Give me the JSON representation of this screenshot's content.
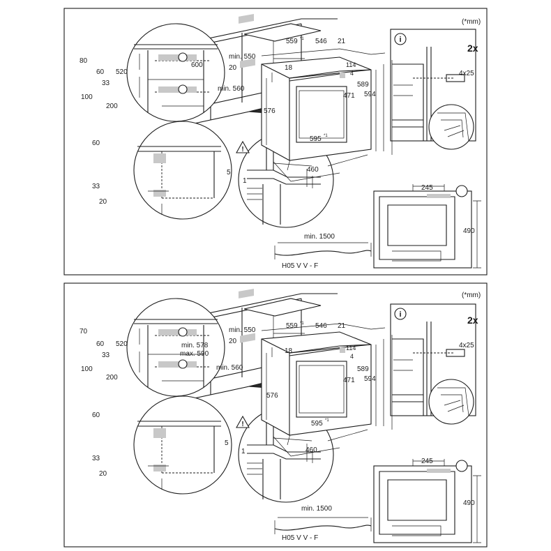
{
  "colors": {
    "line": "#1a1a1a",
    "highlight": "#c8c8c8",
    "background": "#ffffff"
  },
  "panels": [
    {
      "name": "panel-top",
      "unit_note": "(*mm)",
      "count": "2x",
      "icons": [
        "info-icon",
        "warning-triangle-icon",
        "ground-symbol-icon"
      ],
      "cabinet_labels": [
        "80",
        "60",
        "520",
        "33",
        "100",
        "200",
        "600"
      ],
      "detail_labels": [
        "60",
        "33",
        "20"
      ],
      "niche_labels": [
        "min. 550",
        "20",
        "min. 560"
      ],
      "oven_labels": [
        "559",
        "*1",
        "546",
        "21",
        "18",
        "114",
        "4",
        "589",
        "594",
        "471",
        "576",
        "595",
        "*1",
        "460"
      ],
      "floor_labels": [
        "5",
        "1"
      ],
      "screw_label": "4x25",
      "side_labels": [
        "245",
        "490"
      ],
      "cable_length": "min. 1500",
      "cable_type": "H05 V V - F"
    },
    {
      "name": "panel-bottom",
      "unit_note": "(*mm)",
      "count": "2x",
      "icons": [
        "info-icon",
        "warning-triangle-icon",
        "ground-symbol-icon"
      ],
      "cabinet_labels": [
        "70",
        "60",
        "520",
        "33",
        "100",
        "200"
      ],
      "detail_labels": [
        "60",
        "33",
        "20"
      ],
      "niche_labels": [
        "min. 550",
        "20",
        "min. 578",
        "max. 590",
        "min. 560"
      ],
      "oven_labels": [
        "559",
        "*1",
        "546",
        "21",
        "18",
        "114",
        "4",
        "589",
        "594",
        "471",
        "576",
        "595",
        "*1",
        "460"
      ],
      "floor_labels": [
        "5",
        "1"
      ],
      "screw_label": "4x25",
      "side_labels": [
        "245",
        "490"
      ],
      "cable_length": "min. 1500",
      "cable_type": "H05 V V - F"
    }
  ]
}
